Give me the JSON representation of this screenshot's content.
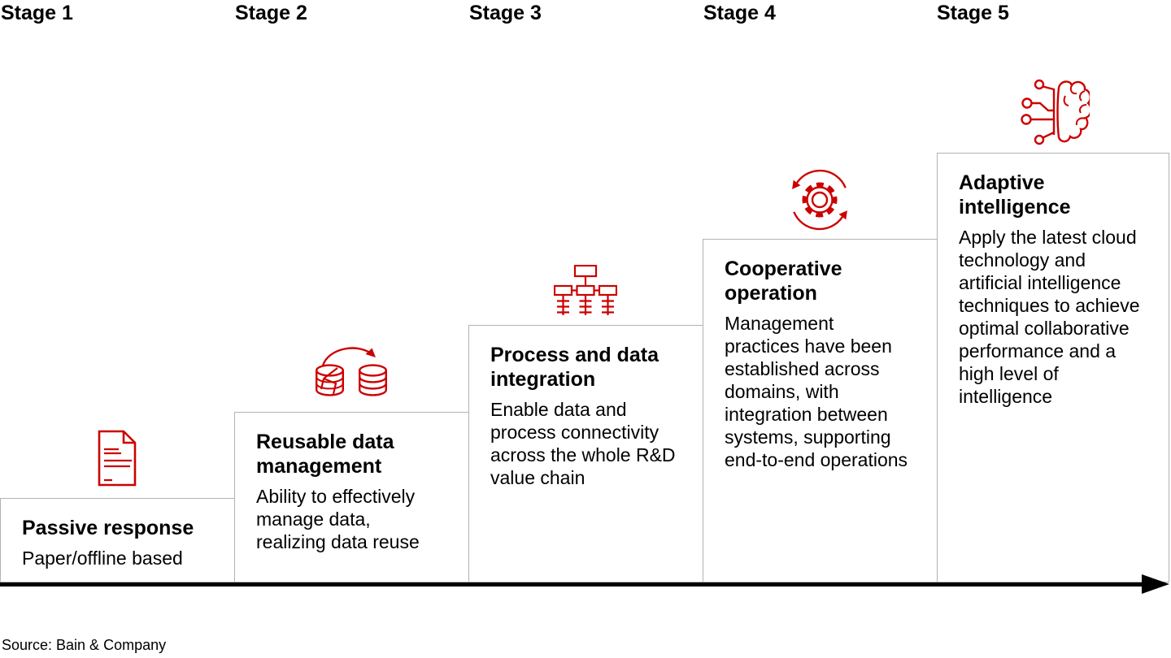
{
  "figure": {
    "source": "Source: Bain & Company",
    "accent_color": "#cc0000",
    "box_border_color": "#b3b3b3",
    "arrow_color": "#000000"
  },
  "stages": [
    {
      "label": "Stage 1",
      "title": "Passive response",
      "description": "Paper/offline based",
      "icon": "document-icon"
    },
    {
      "label": "Stage 2",
      "title": "Reusable data\nmanagement",
      "description": "Ability to effectively\nmanage data,\nrealizing data reuse",
      "icon": "database-transfer-icon"
    },
    {
      "label": "Stage 3",
      "title": "Process and data\nintegration",
      "description": "Enable data and\nprocess connectivity\nacross the whole R&D\nvalue chain",
      "icon": "org-chart-icon"
    },
    {
      "label": "Stage 4",
      "title": "Cooperative\noperation",
      "description": "Management\npractices have been\nestablished across\ndomains, with\nintegration between\nsystems, supporting\nend-to-end operations",
      "icon": "gear-cycle-icon"
    },
    {
      "label": "Stage 5",
      "title": "Adaptive\nintelligence",
      "description": "Apply the latest cloud\ntechnology and\nartificial intelligence\ntechniques to achieve\noptimal collaborative\nperformance and a\nhigh level of\nintelligence",
      "icon": "brain-circuit-icon"
    }
  ]
}
